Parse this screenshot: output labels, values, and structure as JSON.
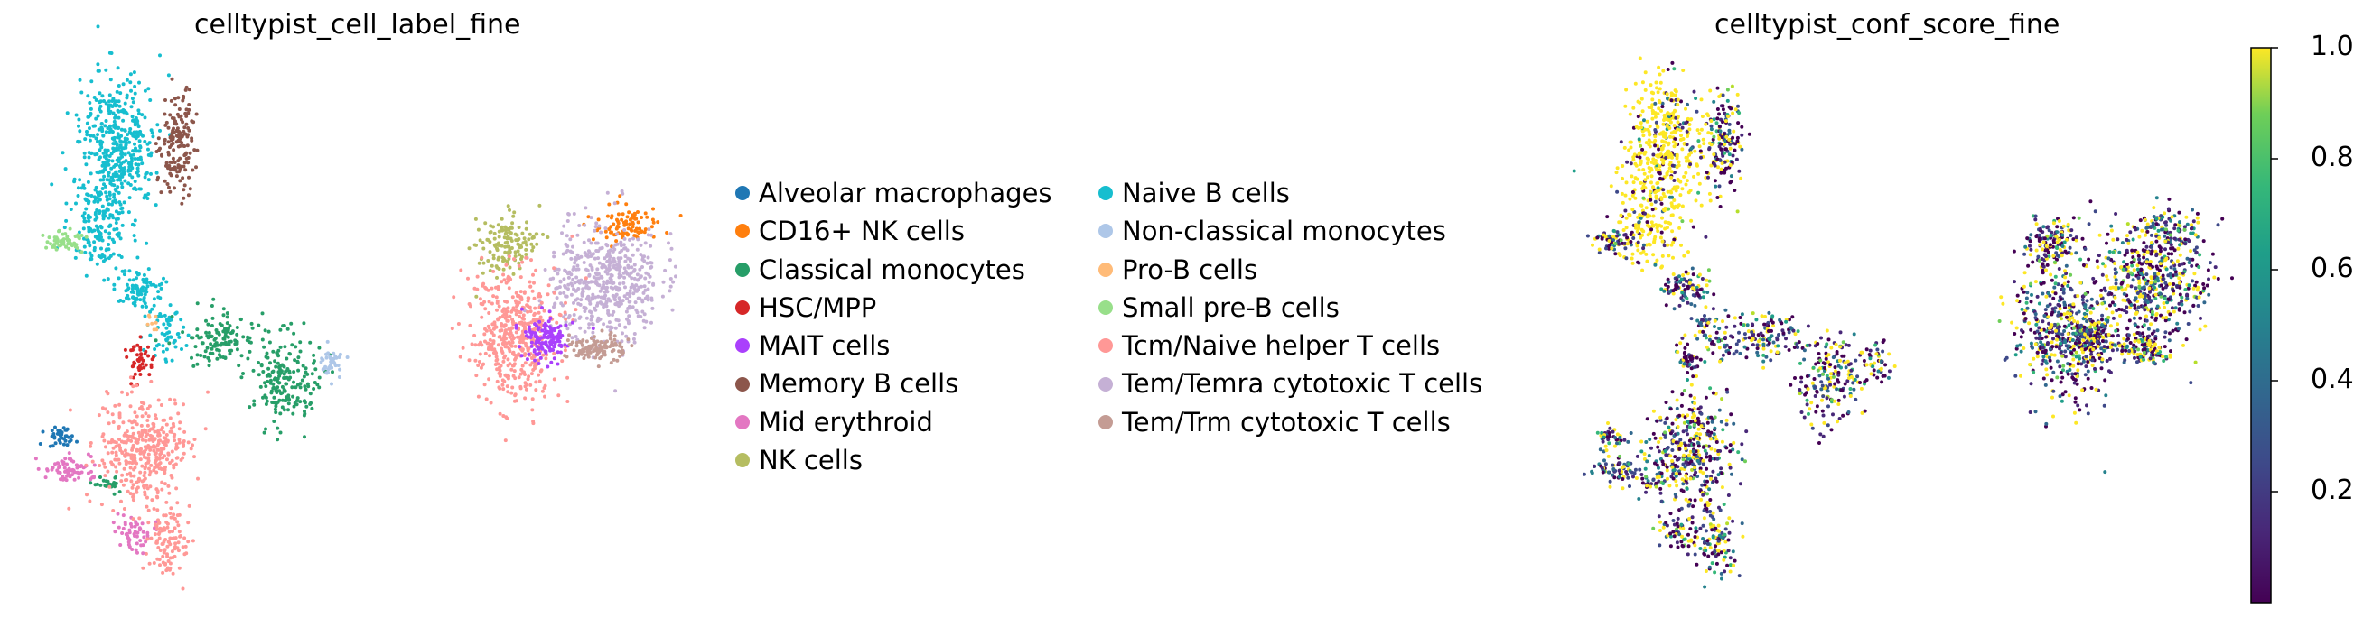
{
  "chart_data": [
    {
      "type": "scatter",
      "title": "celltypist_cell_label_fine",
      "legend_position": "right",
      "legend_entries": [
        {
          "label": "Alveolar macrophages",
          "color": "#1f77b4"
        },
        {
          "label": "CD16+ NK cells",
          "color": "#ff7f0e"
        },
        {
          "label": "Classical monocytes",
          "color": "#279e68"
        },
        {
          "label": "HSC/MPP",
          "color": "#d62728"
        },
        {
          "label": "MAIT cells",
          "color": "#aa40fc"
        },
        {
          "label": "Memory B cells",
          "color": "#8c564b"
        },
        {
          "label": "Mid erythroid",
          "color": "#e377c2"
        },
        {
          "label": "NK cells",
          "color": "#b5bd61"
        },
        {
          "label": "Naive B cells",
          "color": "#17becf"
        },
        {
          "label": "Non-classical monocytes",
          "color": "#aec7e8"
        },
        {
          "label": "Pro-B cells",
          "color": "#ffbb78"
        },
        {
          "label": "Small pre-B cells",
          "color": "#98df8a"
        },
        {
          "label": "Tcm/Naive helper T cells",
          "color": "#ff9896"
        },
        {
          "label": "Tem/Temra cytotoxic T cells",
          "color": "#c5b0d5"
        },
        {
          "label": "Tem/Trm cytotoxic T cells",
          "color": "#c49c94"
        }
      ],
      "axes_visible": false
    },
    {
      "type": "scatter",
      "title": "celltypist_conf_score_fine",
      "colormap": "viridis",
      "colorbar": {
        "ticks": [
          "1.0",
          "0.8",
          "0.6",
          "0.4",
          "0.2"
        ],
        "range": [
          0,
          1
        ]
      },
      "axes_visible": false
    }
  ]
}
